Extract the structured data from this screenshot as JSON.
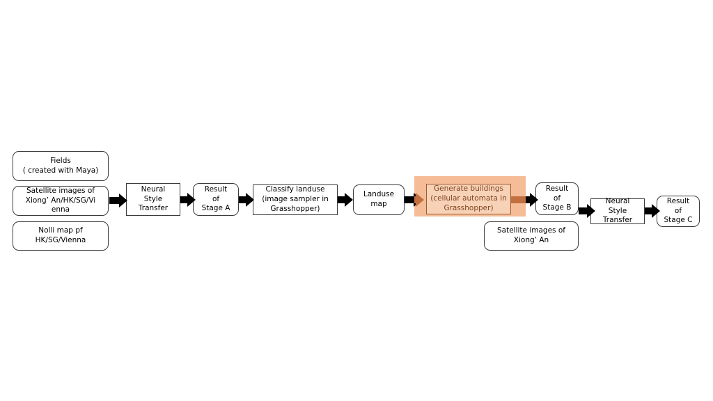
{
  "diagram": {
    "title": "Neural style transfer / cellular automata urban generation pipeline",
    "accent_color": "#f4bc97",
    "accent_inner_color": "#f8d2b6",
    "accent_border_color": "#9c5b32",
    "accent_text_color": "#7d4423",
    "line_color": "#3a3a3a",
    "arrow_color": "#000000"
  },
  "nodes": [
    {
      "id": "fields",
      "label": "Fields\n( created with Maya)",
      "shape": "rounded",
      "highlighted": false
    },
    {
      "id": "satellite-images-multi",
      "label": "Satellite images of\nXiong’  An/HK/SG/Vi\nenna",
      "shape": "rounded",
      "highlighted": false
    },
    {
      "id": "nolli-map",
      "label": "Nolli map pf\nHK/SG/Vienna",
      "shape": "rounded",
      "highlighted": false
    },
    {
      "id": "neural-style-transfer-1",
      "label": "Neural\nStyle\nTransfer",
      "shape": "square",
      "highlighted": false
    },
    {
      "id": "result-stage-a",
      "label": "Result\nof\nStage A",
      "shape": "rounded",
      "highlighted": false
    },
    {
      "id": "classify-landuse",
      "label": "Classify landuse\n(image sampler in\nGrasshopper)",
      "shape": "square",
      "highlighted": false
    },
    {
      "id": "landuse-map",
      "label": "Landuse\nmap",
      "shape": "rounded",
      "highlighted": false
    },
    {
      "id": "generate-buildings",
      "label": "Generate buildings\n(cellular automata in\nGrasshopper)",
      "shape": "square",
      "highlighted": true
    },
    {
      "id": "result-stage-b",
      "label": "Result\nof\nStage B",
      "shape": "rounded",
      "highlighted": false
    },
    {
      "id": "satellite-images-xiongan",
      "label": "Satellite images of\nXiong’  An",
      "shape": "rounded",
      "highlighted": false
    },
    {
      "id": "neural-style-transfer-2",
      "label": "Neural\nStyle\nTransfer",
      "shape": "square",
      "highlighted": false
    },
    {
      "id": "result-stage-c",
      "label": "Result\nof\nStage C",
      "shape": "rounded",
      "highlighted": false
    }
  ],
  "arrows": [
    {
      "id": "arrow-inputs-to-nst1",
      "from": "satellite-images-multi",
      "to": "neural-style-transfer-1",
      "color": "black"
    },
    {
      "id": "arrow-nst1-to-stage-a",
      "from": "neural-style-transfer-1",
      "to": "result-stage-a",
      "color": "black"
    },
    {
      "id": "arrow-stage-a-to-classify",
      "from": "result-stage-a",
      "to": "classify-landuse",
      "color": "black"
    },
    {
      "id": "arrow-classify-to-landuse",
      "from": "classify-landuse",
      "to": "landuse-map",
      "color": "black"
    },
    {
      "id": "arrow-landuse-to-generate",
      "from": "landuse-map",
      "to": "generate-buildings",
      "color": "orange"
    },
    {
      "id": "arrow-generate-to-stage-b",
      "from": "generate-buildings",
      "to": "result-stage-b",
      "color": "orange"
    },
    {
      "id": "arrow-stage-b-to-nst2",
      "from": "result-stage-b",
      "to": "neural-style-transfer-2",
      "color": "black"
    },
    {
      "id": "arrow-nst2-to-stage-c",
      "from": "neural-style-transfer-2",
      "to": "result-stage-c",
      "color": "black"
    }
  ]
}
